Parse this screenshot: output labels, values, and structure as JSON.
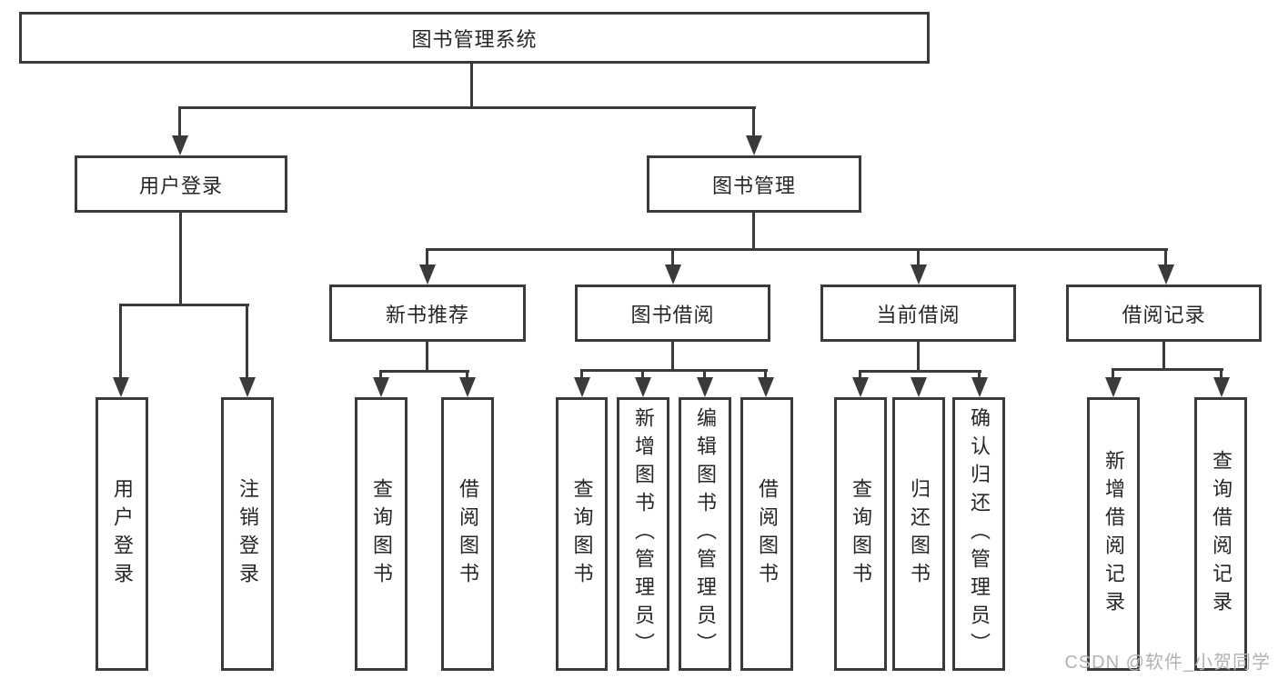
{
  "page": {
    "watermark": "CSDN @软件_小贺同学",
    "colors": {
      "background": "#ffffff",
      "line": "#3a3a3a",
      "box_border": "#3a3a3a",
      "text": "#262626",
      "watermark_text": "#b2b2b2"
    }
  },
  "nodes": {
    "root": {
      "label": "图书管理系统"
    },
    "user_login": {
      "label": "用户登录"
    },
    "book_mgmt": {
      "label": "图书管理"
    },
    "login": {
      "label": "用户登录"
    },
    "logout": {
      "label": "注销登录"
    },
    "new_book_rec": {
      "label": "新书推荐"
    },
    "book_borrow": {
      "label": "图书借阅"
    },
    "current_borrow": {
      "label": "当前借阅"
    },
    "borrow_record": {
      "label": "借阅记录"
    },
    "rec_query_book": {
      "label": "查询图书"
    },
    "rec_borrow_book": {
      "label": "借阅图书"
    },
    "bb_query_book": {
      "label": "查询图书"
    },
    "bb_add_book": {
      "label": "新增图书（管理员）"
    },
    "bb_edit_book": {
      "label": "编辑图书（管理员）"
    },
    "bb_borrow_book": {
      "label": "借阅图书"
    },
    "cb_query_book": {
      "label": "查询图书"
    },
    "cb_return_book": {
      "label": "归还图书"
    },
    "cb_confirm_return": {
      "label": "确认归还（管理员）"
    },
    "br_add_record": {
      "label": "新增借阅记录"
    },
    "br_query_record": {
      "label": "查询借阅记录"
    }
  },
  "edges": [
    {
      "from": "图书管理系统",
      "to": "用户登录"
    },
    {
      "from": "图书管理系统",
      "to": "图书管理"
    },
    {
      "from": "用户登录",
      "to": "用户登录"
    },
    {
      "from": "用户登录",
      "to": "注销登录"
    },
    {
      "from": "图书管理",
      "to": "新书推荐"
    },
    {
      "from": "图书管理",
      "to": "图书借阅"
    },
    {
      "from": "图书管理",
      "to": "当前借阅"
    },
    {
      "from": "图书管理",
      "to": "借阅记录"
    },
    {
      "from": "新书推荐",
      "to": "查询图书"
    },
    {
      "from": "新书推荐",
      "to": "借阅图书"
    },
    {
      "from": "图书借阅",
      "to": "查询图书"
    },
    {
      "from": "图书借阅",
      "to": "新增图书（管理员）"
    },
    {
      "from": "图书借阅",
      "to": "编辑图书（管理员）"
    },
    {
      "from": "图书借阅",
      "to": "借阅图书"
    },
    {
      "from": "当前借阅",
      "to": "查询图书"
    },
    {
      "from": "当前借阅",
      "to": "归还图书"
    },
    {
      "from": "当前借阅",
      "to": "确认归还（管理员）"
    },
    {
      "from": "借阅记录",
      "to": "新增借阅记录"
    },
    {
      "from": "借阅记录",
      "to": "查询借阅记录"
    }
  ]
}
